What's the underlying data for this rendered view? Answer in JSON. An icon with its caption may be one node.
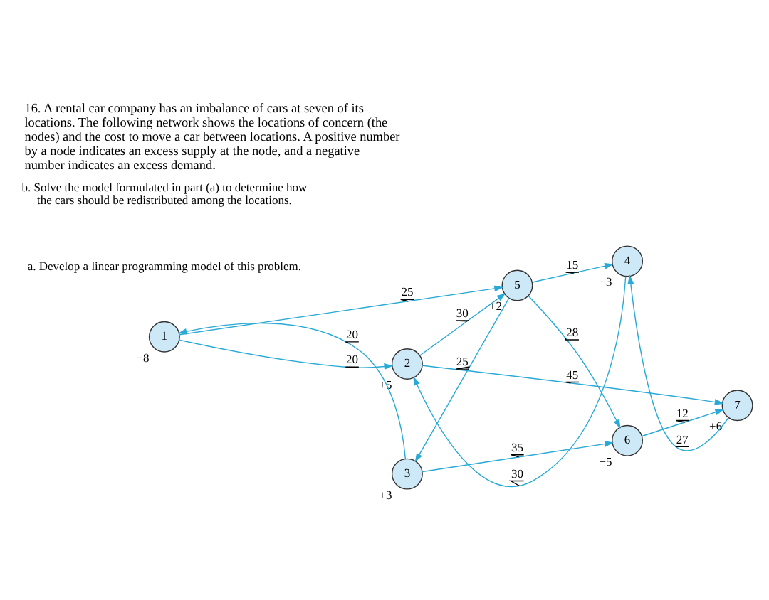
{
  "diagram": {
    "title": "16. A rental car company has an imbalance of cars at seven of its locations. The following network shows the locations of concern (the nodes) and the cost to move a car between locations. A positive number by a node indicates an excess supply at the node, and a negative number indicates an excess demand.",
    "nodes": [
      {
        "text": [
          "1"
        ],
        "beside": [
          "−8"
        ]
      },
      {
        "text": [
          "2"
        ],
        "beside": [
          "+5"
        ]
      },
      {
        "text": [
          "3"
        ],
        "beside": [
          "+3"
        ]
      },
      {
        "text": [
          "4"
        ],
        "beside": [
          "−3"
        ]
      },
      {
        "text": [
          "5"
        ],
        "beside": [
          "+2"
        ]
      },
      {
        "text": [
          "6"
        ],
        "beside": [
          "−5"
        ]
      },
      {
        "text": [
          "7"
        ],
        "beside": [
          "+6"
        ]
      }
    ],
    "edges": [
      {
        "from": 0,
        "to": 1,
        "arrow": "to",
        "label": "20"
      },
      {
        "from": 3,
        "to": 1,
        "arrow": "to",
        "label": "30"
      },
      {
        "from": 1,
        "to": 6,
        "arrow": "to",
        "label": "45"
      },
      {
        "from": 1,
        "to": 4,
        "arrow": "to",
        "label": "30"
      },
      {
        "from": 0,
        "to": 4,
        "arrow": "to",
        "label": "25"
      },
      {
        "from": 2,
        "to": 0,
        "arrow": "to",
        "label": "20"
      },
      {
        "from": 4,
        "to": 2,
        "arrow": "to",
        "label": "25"
      },
      {
        "from": 4,
        "to": 3,
        "arrow": "to",
        "label": "15"
      },
      {
        "from": 6,
        "to": 3,
        "arrow": "to",
        "label": "27"
      },
      {
        "from": 4,
        "to": 5,
        "arrow": "to",
        "label": "28"
      },
      {
        "from": 2,
        "to": 5,
        "arrow": "to",
        "label": "35"
      },
      {
        "from": 5,
        "to": 6,
        "arrow": "to",
        "label": "12"
      }
    ],
    "labels": [
      "a. Develop a linear programming model of this problem.",
      "b. Solve the model formulated in part (a) to determine how the cars should be redistributed among the locations."
    ]
  }
}
